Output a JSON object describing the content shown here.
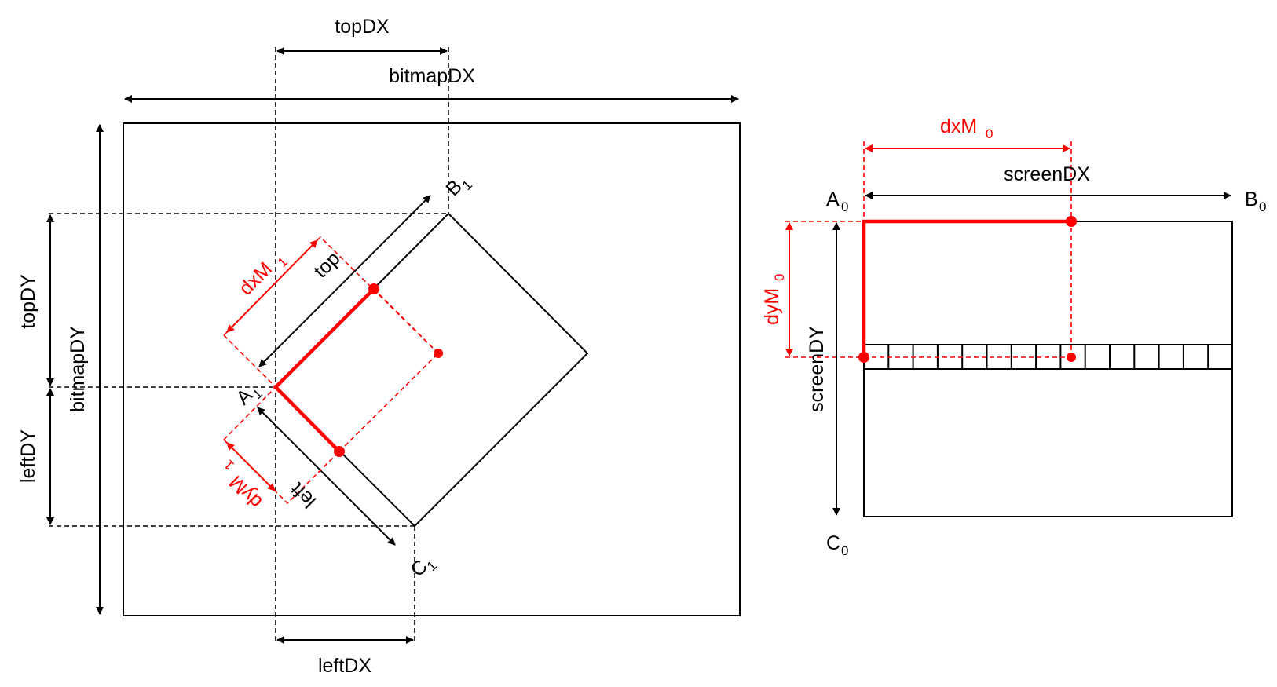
{
  "colors": {
    "line": "#000000",
    "highlight": "#ff0000",
    "background": "#ffffff"
  },
  "left": {
    "topDX": "topDX",
    "bitmapDX": "bitmapDX",
    "topDY": "topDY",
    "bitmapDY": "bitmapDY",
    "leftDY": "leftDY",
    "leftDX": "leftDX",
    "top": "top",
    "left": "left",
    "B1": {
      "base": "B",
      "sub": "1"
    },
    "A1": {
      "base": "A",
      "sub": "1"
    },
    "C1": {
      "base": "C",
      "sub": "1"
    },
    "dxM1": {
      "base": "dxM",
      "sub": "1"
    },
    "dyM1": {
      "base": "dyM",
      "sub": "1"
    }
  },
  "right": {
    "dxM0": {
      "base": "dxM",
      "sub": "0"
    },
    "dyM0": {
      "base": "dyM",
      "sub": "0"
    },
    "screenDX": "screenDX",
    "screenDY": "screenDY",
    "A0": {
      "base": "A",
      "sub": "0"
    },
    "B0": {
      "base": "B",
      "sub": "0"
    },
    "C0": {
      "base": "C",
      "sub": "0"
    }
  }
}
